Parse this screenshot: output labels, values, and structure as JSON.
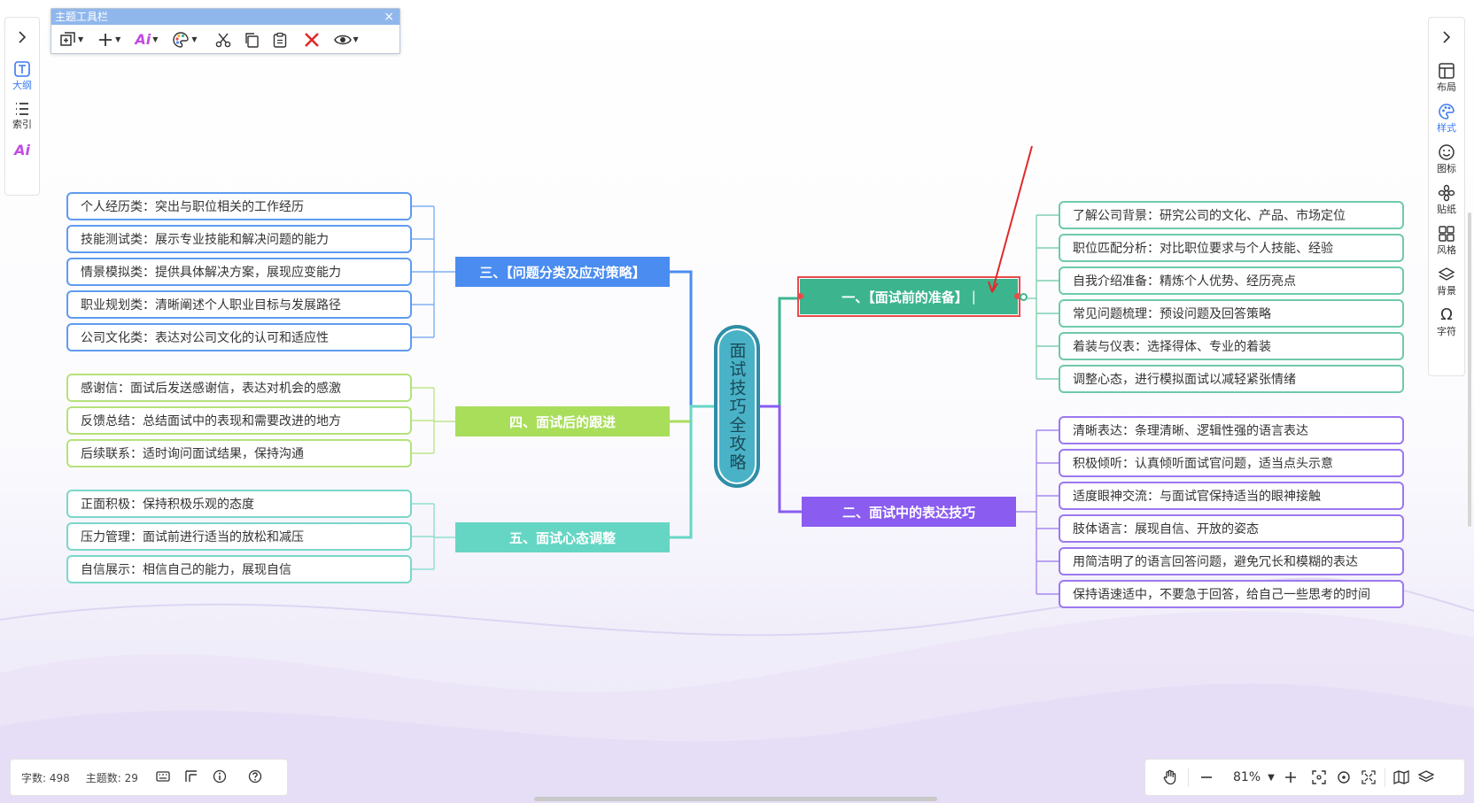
{
  "toolbar": {
    "title": "主题工具栏",
    "close_glyph": "×",
    "buttons": [
      "insert-topic-icon",
      "add-icon",
      "ai-icon",
      "palette-icon",
      "scissors-icon",
      "copy-icon",
      "paste-icon",
      "delete-icon",
      "view-icon"
    ]
  },
  "left_rail": {
    "items": [
      {
        "label": "",
        "icon": "expand-chevron-icon"
      },
      {
        "label": "大纲",
        "icon": "outline-icon"
      },
      {
        "label": "索引",
        "icon": "index-list-icon"
      },
      {
        "label": "",
        "icon": "ai-icon"
      }
    ]
  },
  "right_rail": {
    "items": [
      {
        "label": "",
        "icon": "expand-chevron-icon"
      },
      {
        "label": "布局",
        "icon": "layout-icon"
      },
      {
        "label": "样式",
        "icon": "style-palette-icon"
      },
      {
        "label": "图标",
        "icon": "emoji-icon"
      },
      {
        "label": "贴纸",
        "icon": "sticker-icon"
      },
      {
        "label": "风格",
        "icon": "theme-grid-icon"
      },
      {
        "label": "背景",
        "icon": "layers-icon"
      },
      {
        "label": "字符",
        "icon": "omega-icon"
      }
    ]
  },
  "mindmap": {
    "center": "面试技巧全攻略",
    "branches": {
      "b1": {
        "title": "一、【面试前的准备】",
        "color": "#3cb58f",
        "children": [
          "了解公司背景：研究公司的文化、产品、市场定位",
          "职位匹配分析：对比职位要求与个人技能、经验",
          "自我介绍准备：精炼个人优势、经历亮点",
          "常见问题梳理：预设问题及回答策略",
          "着装与仪表：选择得体、专业的着装",
          "调整心态，进行模拟面试以减轻紧张情绪"
        ]
      },
      "b2": {
        "title": "二、面试中的表达技巧",
        "color": "#8a5cf0",
        "children": [
          "清晰表达：条理清晰、逻辑性强的语言表达",
          "积极倾听：认真倾听面试官问题，适当点头示意",
          "适度眼神交流：与面试官保持适当的眼神接触",
          "肢体语言：展现自信、开放的姿态",
          "用简洁明了的语言回答问题，避免冗长和模糊的表达",
          "保持语速适中，不要急于回答，给自己一些思考的时间"
        ]
      },
      "b3": {
        "title": "三、【问题分类及应对策略】",
        "color": "#4a8cf0",
        "children": [
          "个人经历类：突出与职位相关的工作经历",
          "技能测试类：展示专业技能和解决问题的能力",
          "情景模拟类：提供具体解决方案，展现应变能力",
          "职业规划类：清晰阐述个人职业目标与发展路径",
          "公司文化类：表达对公司文化的认可和适应性"
        ]
      },
      "b4": {
        "title": "四、面试后的跟进",
        "color": "#a9de5b",
        "children": [
          "感谢信：面试后发送感谢信，表达对机会的感激",
          "反馈总结：总结面试中的表现和需要改进的地方",
          "后续联系：适时询问面试结果，保持沟通"
        ]
      },
      "b5": {
        "title": "五、面试心态调整",
        "color": "#66d6c4",
        "children": [
          "正面积极：保持积极乐观的态度",
          "压力管理：面试前进行适当的放松和减压",
          "自信展示：相信自己的能力，展现自信"
        ]
      }
    }
  },
  "status": {
    "word_count": "字数: 498",
    "topic_count": "主题数: 29"
  },
  "zoom": {
    "level": "81%"
  }
}
